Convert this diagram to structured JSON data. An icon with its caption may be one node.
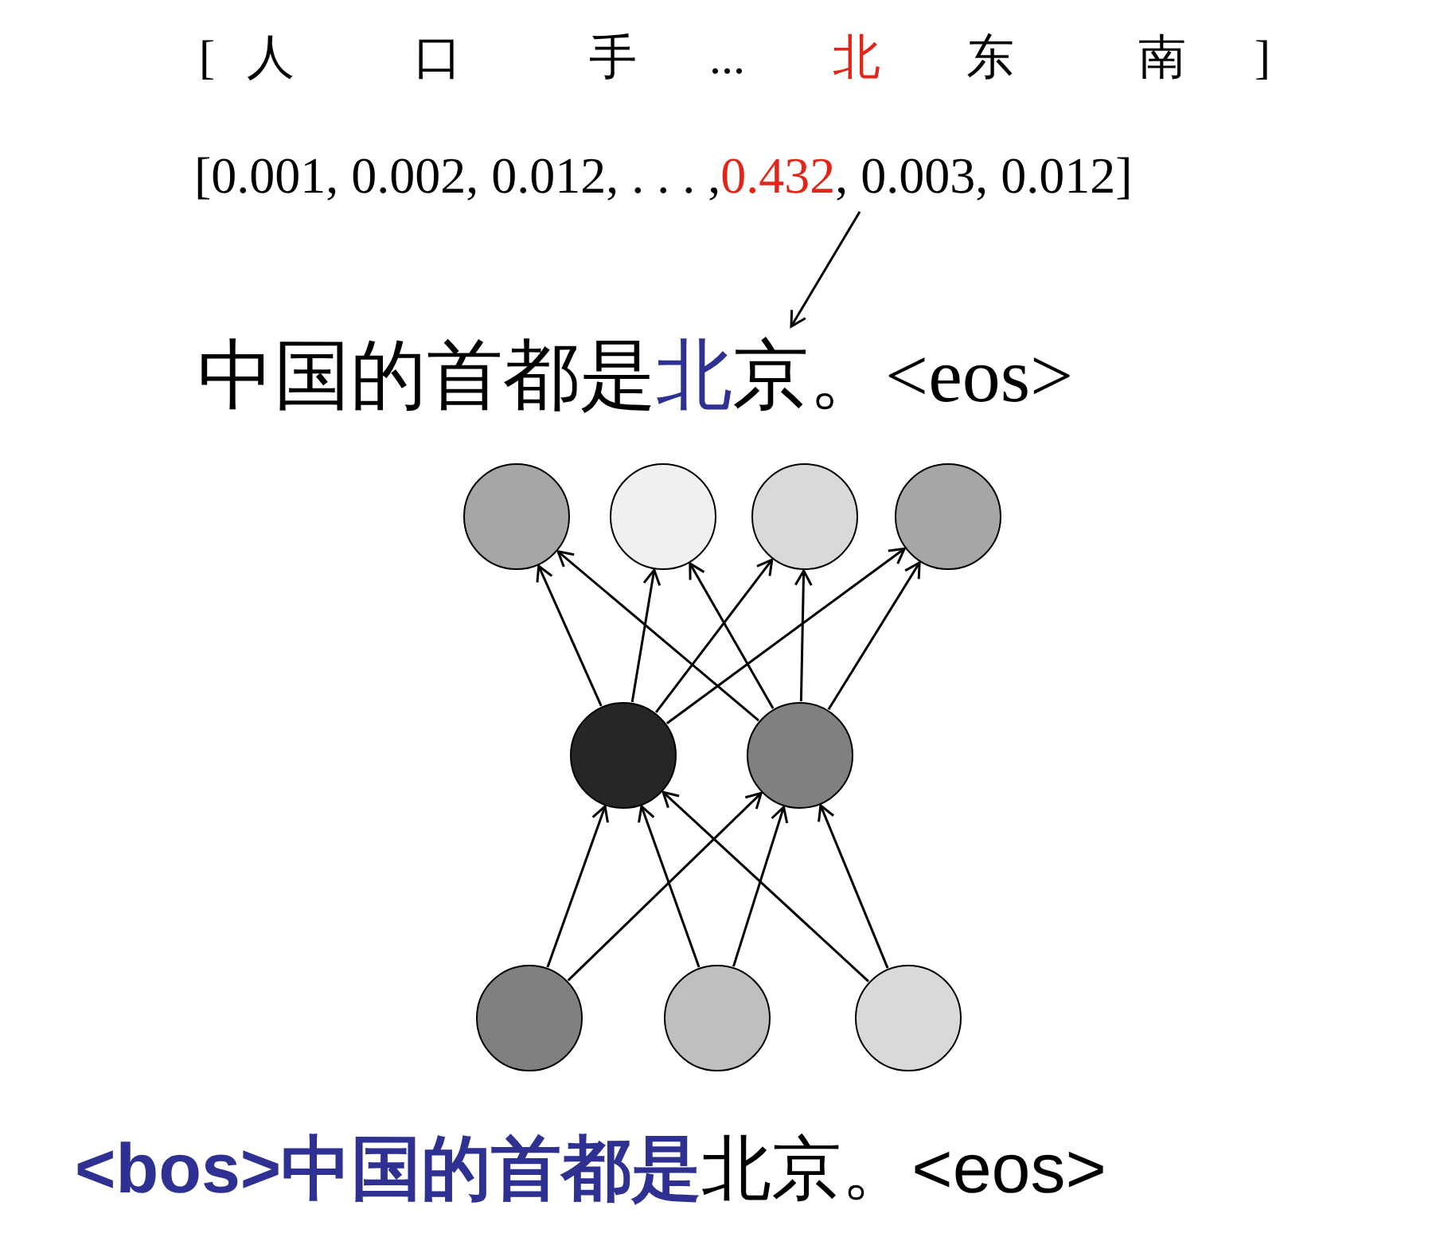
{
  "diagram": {
    "nodes": [
      {
        "text": [
          "[0.001, 0.002, 0.012, . . . ,",
          "0.432",
          ", 0.003, 0.012]"
        ]
      },
      {
        "text": [
          "中国的首都是",
          "北",
          "京。<eos>"
        ]
      },
      {
        "text": [],
        "shape": "circle"
      },
      {
        "text": [],
        "shape": "circle"
      },
      {
        "text": [],
        "shape": "circle"
      },
      {
        "text": [],
        "shape": "circle"
      },
      {
        "text": [],
        "shape": "circle"
      },
      {
        "text": [],
        "shape": "circle"
      },
      {
        "text": [],
        "shape": "circle"
      },
      {
        "text": [],
        "shape": "circle"
      },
      {
        "text": [],
        "shape": "circle"
      }
    ],
    "edges": [
      {
        "from": 0,
        "to": 1,
        "arrow": "to"
      },
      {
        "from": 8,
        "to": 6,
        "arrow": "to"
      },
      {
        "from": 8,
        "to": 7,
        "arrow": "to"
      },
      {
        "from": 9,
        "to": 6,
        "arrow": "to"
      },
      {
        "from": 9,
        "to": 7,
        "arrow": "to"
      },
      {
        "from": 10,
        "to": 6,
        "arrow": "to"
      },
      {
        "from": 10,
        "to": 7,
        "arrow": "to"
      },
      {
        "from": 6,
        "to": 2,
        "arrow": "to"
      },
      {
        "from": 6,
        "to": 3,
        "arrow": "to"
      },
      {
        "from": 6,
        "to": 4,
        "arrow": "to"
      },
      {
        "from": 6,
        "to": 5,
        "arrow": "to"
      },
      {
        "from": 7,
        "to": 2,
        "arrow": "to"
      },
      {
        "from": 7,
        "to": 3,
        "arrow": "to"
      },
      {
        "from": 7,
        "to": 4,
        "arrow": "to"
      },
      {
        "from": 7,
        "to": 5,
        "arrow": "to"
      }
    ],
    "labels": [
      "[",
      "人",
      "口",
      "手",
      "...",
      "北",
      "东",
      "南",
      "]",
      "<bos>中国的首都是",
      "北京。<eos>"
    ]
  }
}
